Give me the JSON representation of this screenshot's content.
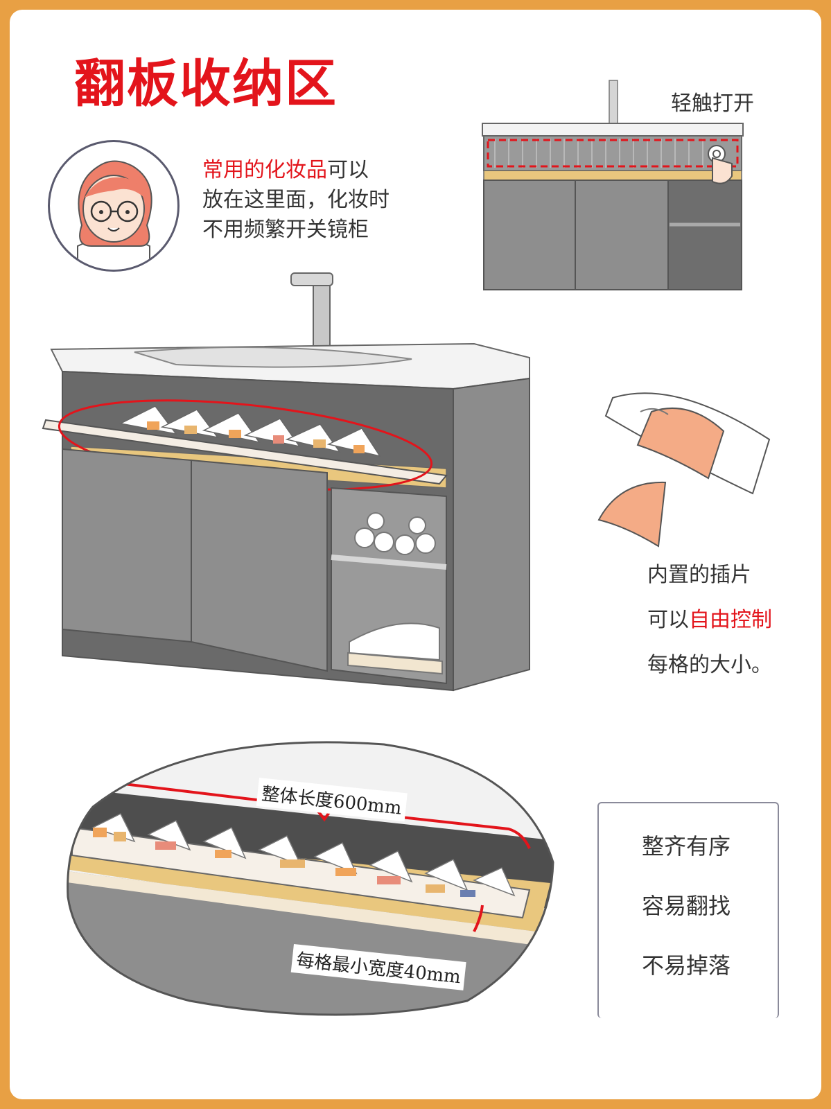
{
  "title": "翻板收纳区",
  "intro": {
    "highlight": "常用的化妆品",
    "line1_rest": "可以",
    "line2": "放在这里面，化妆时",
    "line3": "不用频繁开关镜柜"
  },
  "touch_label": "轻触打开",
  "insert": {
    "line1": "内置的插片",
    "line2_plain": "可以",
    "line2_red": "自由控制",
    "line3": "每格的大小。"
  },
  "measurements": {
    "total_length": "整体长度600mm",
    "min_width": "每格最小宽度40mm"
  },
  "features": [
    "整齐有序",
    "容易翻找",
    "不易掉落"
  ],
  "colors": {
    "border": "#E8A044",
    "title_red": "#E3141B",
    "cabinet_gray": "#8E8E8E",
    "wood": "#E9C77E",
    "insert_peach": "#F4AB86"
  }
}
